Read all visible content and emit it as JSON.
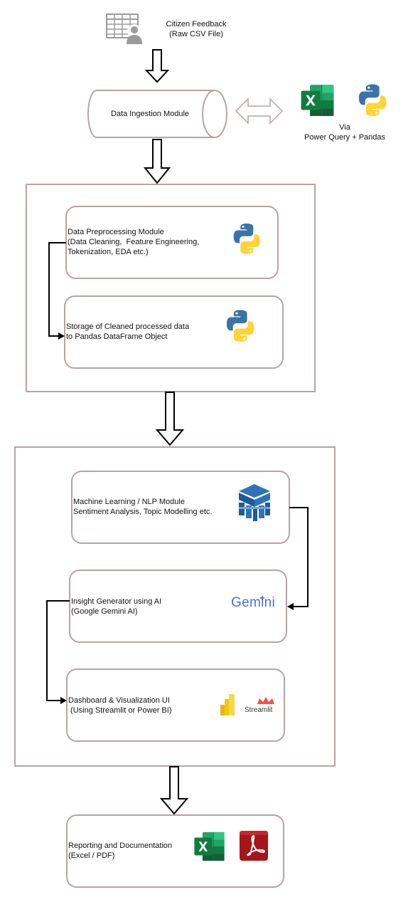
{
  "source": {
    "title": "Citizen Feedback",
    "subtitle": "(Raw CSV File)"
  },
  "ingestion": {
    "label": "Data Ingestion Module",
    "via_label": "Via",
    "via_tools": "Power Query + Pandas"
  },
  "group1": {
    "preprocessing": {
      "line1": "Data Preprocessing Module",
      "line2": "(Data Cleaning,  Feature Engineering,",
      "line3": "Tokenization, EDA etc.)"
    },
    "storage": {
      "line1": "Storage of Cleaned processed data",
      "line2": "to Pandas DataFrame Object"
    }
  },
  "group2": {
    "ml": {
      "line1": "Machine Learning / NLP Module",
      "line2": "Sentiment Analysis, Topic Modelling etc."
    },
    "insight": {
      "line1": "Insight Generator using AI",
      "line2": "(Google Gemini AI)",
      "logo_text": "Gemini"
    },
    "dashboard": {
      "line1": "Dashboard & Visualization UI",
      "line2": " (Using Streamlit or Power BI)",
      "streamlit_text": "Streamlit"
    }
  },
  "reporting": {
    "line1": "Reporting and Documentation",
    "line2": "(Excel / PDF)"
  },
  "icons": [
    "csv-table-user-icon",
    "excel-icon",
    "python-icon",
    "powerbi-icon",
    "streamlit-icon",
    "gemini-logo",
    "ml-cube-icon",
    "pdf-icon"
  ],
  "colors": {
    "box_border": "#b5a4a4",
    "arrow_stroke": "#000000",
    "excel_green": "#1d7a45",
    "python_blue": "#3a73a8",
    "python_yellow": "#ffd43b",
    "gemini_blue": "#4a6fd8",
    "ml_blue": "#2e73b8",
    "pdf_red": "#a4161a",
    "powerbi_yellow": "#f2c811",
    "streamlit_red": "#ff4b4b"
  }
}
